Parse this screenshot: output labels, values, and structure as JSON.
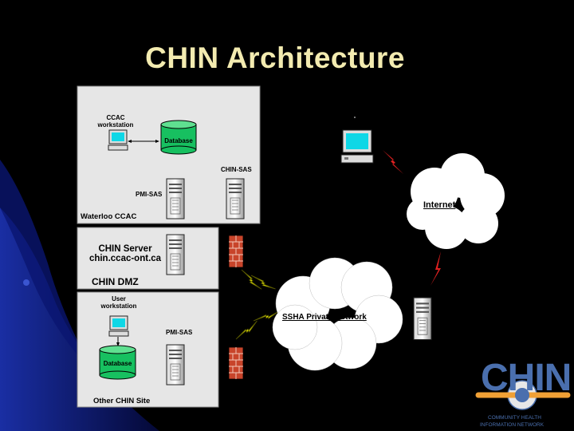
{
  "title": "CHIN Architecture",
  "waterloo": {
    "ccac_workstation": "CCAC\nworkstation",
    "database": "Database",
    "chin_sas": "CHIN-SAS",
    "pmi_sas": "PMI-SAS",
    "site_label": "Waterloo CCAC"
  },
  "dmz": {
    "server_name": "CHIN Server",
    "server_host": "chin.ccac-ont.ca",
    "label": "CHIN DMZ"
  },
  "other_site": {
    "user_workstation": "User\nworkstation",
    "pmi_sas": "PMI-SAS",
    "database": "Database",
    "label": "Other  CHIN Site"
  },
  "networks": {
    "internet": "Internet",
    "private": "SSHA Private Network"
  },
  "logo": {
    "wordmark": "CHIN",
    "line1": "COMMUNITY HEALTH",
    "line2": "INFORMATION NETWORK"
  },
  "colors": {
    "title": "#f3ebb0",
    "background": "#000000",
    "panel": "#e6e6e6",
    "monitor_screen": "#0fd7e6",
    "database": "#17c060",
    "lightning": "#e0e000",
    "firewall": "#c8442a",
    "logo_blue": "#4a6fae",
    "logo_orange": "#f0a035"
  }
}
